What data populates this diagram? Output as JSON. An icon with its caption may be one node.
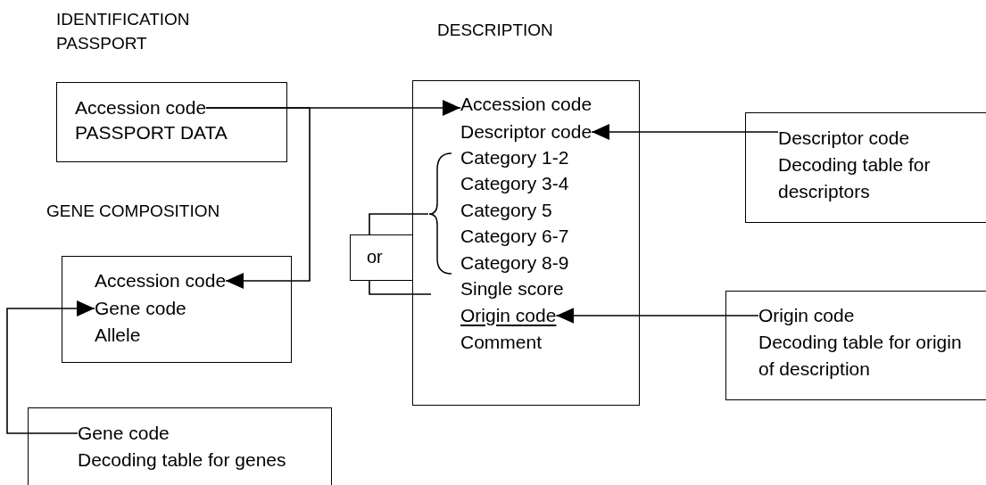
{
  "diagram": {
    "nodes": [
      {
        "text": [],
        "shape": "box"
      },
      {
        "text": [
          "Accession code"
        ],
        "in": 0
      },
      {
        "text": [
          "PASSPORT DATA"
        ],
        "in": 0
      },
      {
        "text": [],
        "shape": "box"
      },
      {
        "text": [
          "Accession code"
        ],
        "in": 3
      },
      {
        "text": [
          "Descriptor code"
        ],
        "in": 3
      },
      {
        "text": [
          "Category 1-2"
        ],
        "in": 3
      },
      {
        "text": [
          "Category 3-4"
        ],
        "in": 3
      },
      {
        "text": [
          "Category 5"
        ],
        "in": 3
      },
      {
        "text": [
          "Category 6-7"
        ],
        "in": 3
      },
      {
        "text": [
          "Category 8-9"
        ],
        "in": 3
      },
      {
        "text": [
          "Single score"
        ],
        "in": 3
      },
      {
        "text": [
          "Origin code"
        ],
        "in": 3
      },
      {
        "text": [
          "Comment"
        ],
        "in": 3
      },
      {
        "text": [],
        "shape": "box"
      },
      {
        "text": [
          "Descriptor code"
        ],
        "in": 14
      },
      {
        "text": [
          "Decoding table for descriptors"
        ],
        "in": 14
      },
      {
        "text": [],
        "shape": "box"
      },
      {
        "text": [
          "Accession code"
        ],
        "in": 17
      },
      {
        "text": [
          "Gene code"
        ],
        "in": 17
      },
      {
        "text": [
          "Allele"
        ],
        "in": 17
      },
      {
        "text": [
          "or"
        ]
      },
      {
        "text": [],
        "shape": "box"
      },
      {
        "text": [
          "Origin code"
        ],
        "in": 22
      },
      {
        "text": [
          "Decoding table for origin of description"
        ],
        "in": 22
      },
      {
        "text": [],
        "shape": "box"
      },
      {
        "text": [
          "Gene code"
        ],
        "in": 25
      },
      {
        "text": [
          "Decoding table for genes"
        ],
        "in": 25
      }
    ],
    "edges": [
      {
        "from": 1,
        "to": 4,
        "arrow": "to"
      },
      {
        "from": 1,
        "to": 18,
        "arrow": "to"
      },
      {
        "from": 15,
        "to": 5,
        "arrow": "to"
      },
      {
        "from": 23,
        "to": 12,
        "arrow": "to"
      },
      {
        "from": 26,
        "to": 19,
        "arrow": "to"
      },
      {
        "from": 21,
        "to": 8,
        "arrow": "none"
      },
      {
        "from": 21,
        "to": 11,
        "arrow": "none"
      }
    ],
    "labels": [
      "IDENTIFICATION PASSPORT",
      "DESCRIPTION",
      "GENE COMPOSITION"
    ]
  }
}
